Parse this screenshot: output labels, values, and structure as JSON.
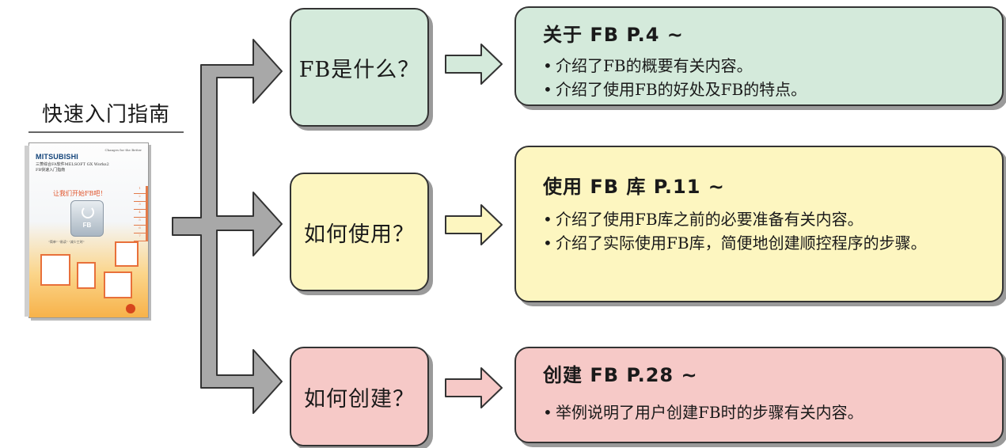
{
  "guide": {
    "title": "快速入门指南",
    "booklet": {
      "brand": "MITSUBISHI",
      "tagline": "Changes for the Better",
      "subtitle_line1": "三菱综合FA软件MELSOFT GX Works2",
      "subtitle_line2": "FB快速入门指南",
      "heading": "让我们开始FB吧！",
      "icon_label": "FB",
      "motto": "\"简单\" \"易读\" \"减少工时\"",
      "step_numbers": [
        "1",
        "2",
        "3",
        "4",
        "5",
        "6",
        "7"
      ]
    }
  },
  "rows": [
    {
      "question": "FB是什么？",
      "color": "#d4eadb",
      "detail_title": "关于 FB P.4 ~",
      "bullets": [
        "介绍了FB的概要有关内容。",
        "介绍了使用FB的好处及FB的特点。"
      ]
    },
    {
      "question": "如何使用？",
      "color": "#fdf6c0",
      "detail_title": "使用 FB 库 P.11 ~",
      "bullets": [
        "介绍了使用FB库之前的必要准备有关内容。",
        "介绍了实际使用FB库，简便地创建顺控程序的步骤。"
      ]
    },
    {
      "question": "如何创建？",
      "color": "#f6c9c7",
      "detail_title": "创建 FB P.28 ~",
      "bullets": [
        "举例说明了用户创建FB时的步骤有关内容。"
      ]
    }
  ],
  "colors": {
    "connector_fill": "#a8a8a8",
    "stroke": "#333333"
  }
}
